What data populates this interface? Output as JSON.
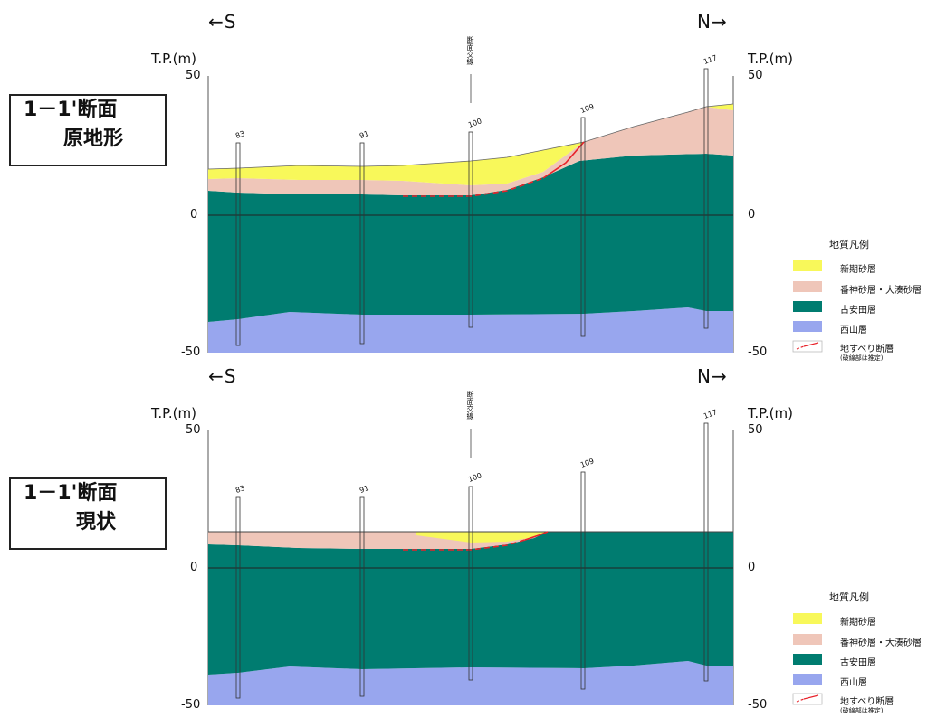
{
  "colors": {
    "shinki": "#f8f85a",
    "bankami": "#efc6b9",
    "furuyasuda": "#007c70",
    "nishiyama": "#98a6ee",
    "slip": "#e8222a"
  },
  "panels": [
    {
      "title_line1": "1－1'断面",
      "title_line2": "原地形",
      "dir_left": "←S",
      "dir_right": "N→",
      "unit_left": "T.P.(m)",
      "unit_right": "T.P.(m)",
      "tick_top": "50",
      "tick_mid": "0",
      "tick_bottom": "-50",
      "cross_label": "断面交線",
      "boreholes": [
        "83",
        "91",
        "100",
        "109",
        "117"
      ],
      "legend": {
        "title": "地質凡例",
        "items": [
          "新期砂層",
          "番神砂層・大湊砂層",
          "古安田層",
          "西山層",
          "地すべり断層"
        ],
        "note": "(破線部は推定)"
      }
    },
    {
      "title_line1": "1－1'断面",
      "title_line2": "現状",
      "dir_left": "←S",
      "dir_right": "N→",
      "unit_left": "T.P.(m)",
      "unit_right": "T.P.(m)",
      "tick_top": "50",
      "tick_mid": "0",
      "tick_bottom": "-50",
      "cross_label": "断面交線",
      "boreholes": [
        "83",
        "91",
        "100",
        "109",
        "117"
      ],
      "legend": {
        "title": "地質凡例",
        "items": [
          "新期砂層",
          "番神砂層・大湊砂層",
          "古安田層",
          "西山層",
          "地すべり断層"
        ],
        "note": "(破線部は推定)"
      }
    }
  ]
}
